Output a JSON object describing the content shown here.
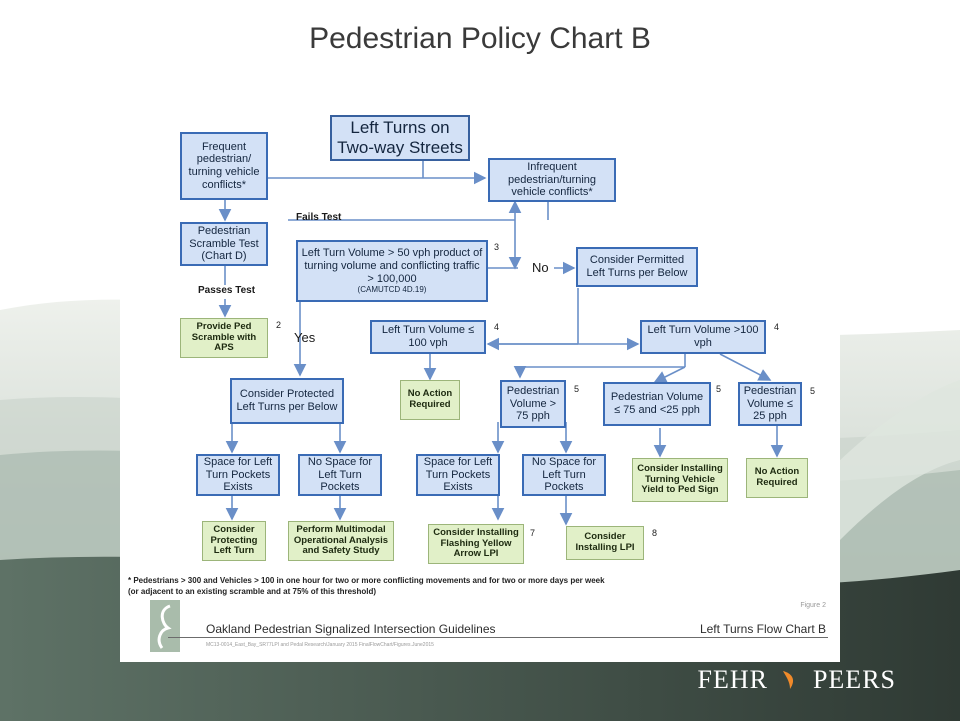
{
  "slide": {
    "title": "Pedestrian Policy Chart B",
    "brand": "FEHR",
    "brand2": "PEERS"
  },
  "chart": {
    "nodes": {
      "left_turns": "Left Turns on Two-way Streets",
      "frequent": "Frequent pedestrian/ turning vehicle conflicts*",
      "infrequent": "Infrequent pedestrian/turning vehicle conflicts*",
      "scramble": "Pedestrian Scramble Test (Chart D)",
      "lt_volume_50": "Left Turn Volume > 50 vph product of turning volume and conflicting traffic > 100,000",
      "lt_volume_50_ref": "(CAMUTCD 4D.19)",
      "consider_permitted": "Consider Permitted Left Turns per Below",
      "provide_ped": "Provide Ped Scramble with APS",
      "lt_le_100": "Left Turn Volume ≤ 100 vph",
      "lt_gt_100": "Left Turn Volume >100 vph",
      "consider_protected": "Consider Protected Left Turns per Below",
      "no_action_1": "No Action Required",
      "ped_gt_75": "Pedestrian Volume > 75 pph",
      "ped_75_25": "Pedestrian Volume ≤ 75 and <25 pph",
      "ped_le_25": "Pedestrian Volume ≤ 25 pph",
      "space_left_1": "Space for Left Turn Pockets Exists",
      "no_space_1": "No Space for Left Turn Pockets",
      "space_left_2": "Space for Left Turn Pockets Exists",
      "no_space_2": "No Space for Left Turn Pockets",
      "yield_sign": "Consider Installing Turning Vehicle Yield to Ped Sign",
      "no_action_2": "No Action Required",
      "protect_lt": "Consider Protecting Left Turn",
      "multimodal": "Perform Multimodal Operational Analysis and Safety Study",
      "flashing": "Consider Installing Flashing Yellow Arrow LPI",
      "lpi": "Consider Installing LPI"
    },
    "labels": {
      "fails_test": "Fails Test",
      "passes_test": "Passes Test",
      "yes": "Yes",
      "no": "No"
    },
    "numbers": {
      "n2": "2",
      "n3": "3",
      "n4a": "4",
      "n4b": "4",
      "n5a": "5",
      "n5b": "5",
      "n5c": "5",
      "n7": "7",
      "n8": "8"
    },
    "footnote_line1": "* Pedestrians > 300 and Vehicles > 100 in one hour for two or more conflicting movements and for two or more days per week",
    "footnote_line2": "(or adjacent to an existing scramble and at 75% of this threshold)",
    "figure_label": "Figure 2",
    "footer_left": "Oakland Pedestrian Signalized Intersection Guidelines",
    "footer_right": "Left Turns Flow Chart B",
    "footer_small": "MC13-0014_East_Bay_SR77LPI and Pedal Research/January 2015 FinalFlowChart/Figures.June2015"
  }
}
